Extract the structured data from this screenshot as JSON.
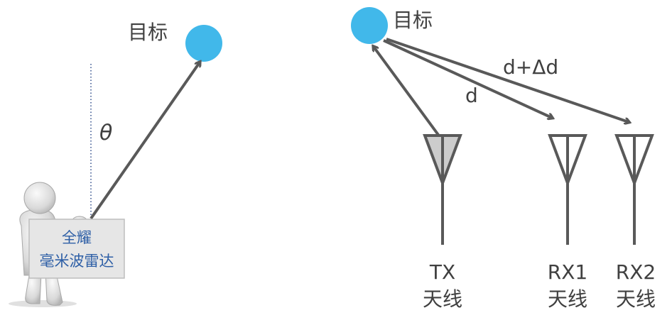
{
  "left_panel": {
    "target_label": "目标",
    "angle_symbol": "θ",
    "sign_line1": "全耀",
    "sign_line2": "毫米波雷达"
  },
  "right_panel": {
    "target_label": "目标",
    "short_path_label": "d",
    "long_path_label": "d+Δd",
    "antennas": [
      {
        "name": "TX",
        "line2": "天线"
      },
      {
        "name": "RX1",
        "line2": "天线"
      },
      {
        "name": "RX2",
        "line2": "天线"
      }
    ]
  },
  "colors": {
    "target": "#41b8ea",
    "line": "#595959",
    "sign_text": "#2e5fa6",
    "sign_bg": "#e6e6e6",
    "dotted": "#2e4c8a",
    "tx_fill": "#cccccc"
  }
}
